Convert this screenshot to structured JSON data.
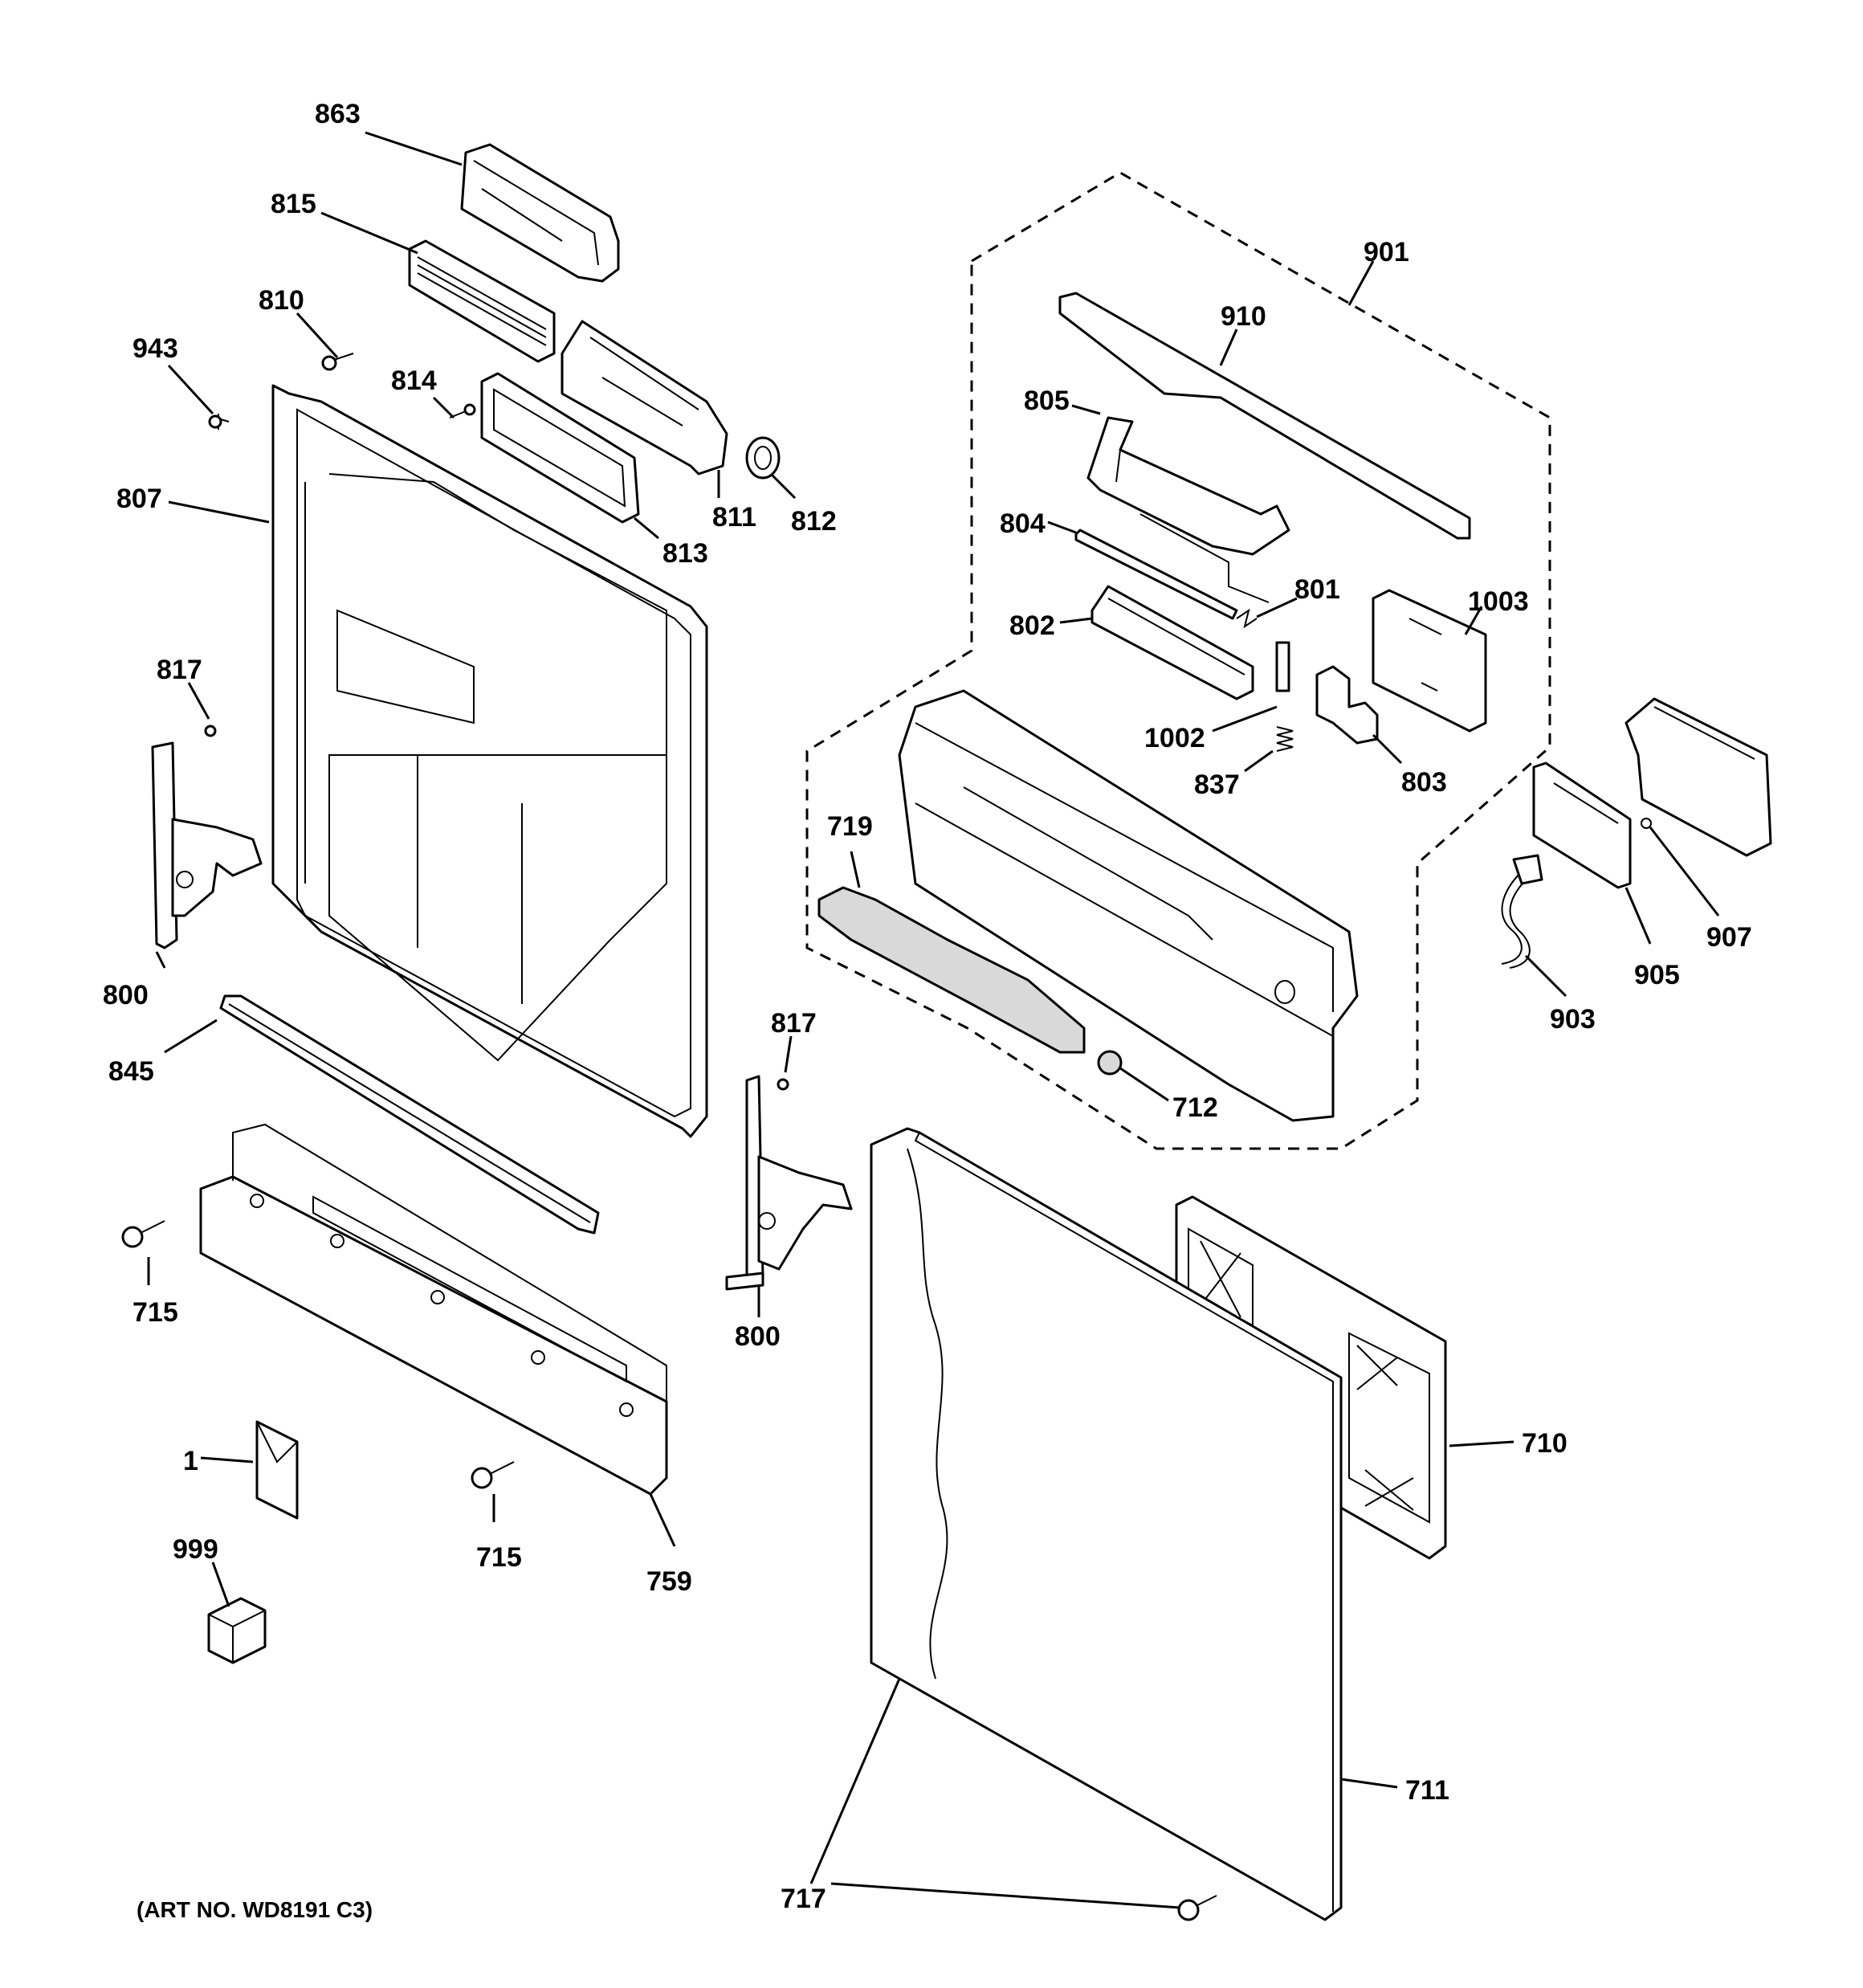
{
  "diagram": {
    "art_number": "(ART NO. WD8191 C3)",
    "callouts": {
      "c863": "863",
      "c815": "815",
      "c810": "810",
      "c943": "943",
      "c814": "814",
      "c811": "811",
      "c812": "812",
      "c807": "807",
      "c813": "813",
      "c817a": "817",
      "c800a": "800",
      "c845": "845",
      "c817b": "817",
      "c800b": "800",
      "c715a": "715",
      "c715b": "715",
      "c1": "1",
      "c759": "759",
      "c999": "999",
      "c901": "901",
      "c910": "910",
      "c805": "805",
      "c804": "804",
      "c801": "801",
      "c1003": "1003",
      "c802": "802",
      "c1002": "1002",
      "c837": "837",
      "c803": "803",
      "c719": "719",
      "c712": "712",
      "c907": "907",
      "c905": "905",
      "c903": "903",
      "c710": "710",
      "c711": "711",
      "c717": "717"
    }
  }
}
